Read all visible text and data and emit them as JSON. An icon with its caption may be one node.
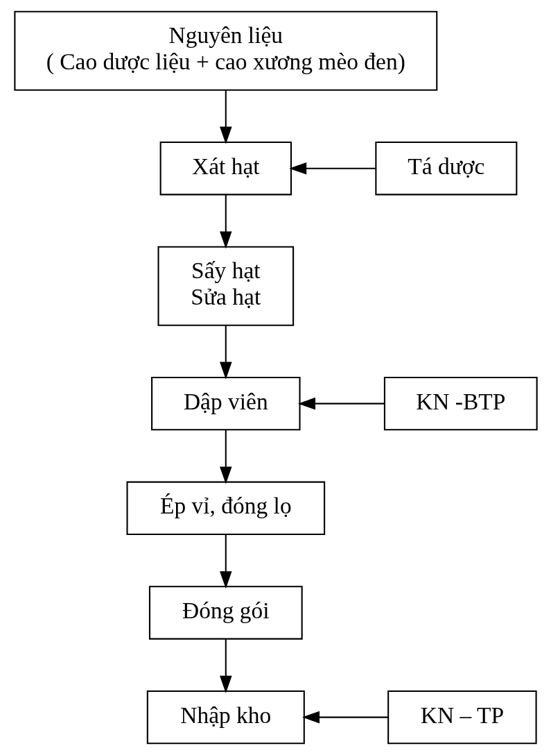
{
  "diagram": {
    "nodes": [
      {
        "text": [
          "Nguyên liệu",
          "( Cao dược liệu + cao xương mèo đen)"
        ]
      },
      {
        "text": [
          "Tá dược"
        ]
      },
      {
        "text": [
          "Xát hạt"
        ]
      },
      {
        "text": [
          "Sấy hạt",
          "Sửa hạt"
        ]
      },
      {
        "text": [
          "Dập viên"
        ]
      },
      {
        "text": [
          "KN -BTP"
        ]
      },
      {
        "text": [
          "Ép vỉ, đóng lọ"
        ]
      },
      {
        "text": [
          "Đóng gói"
        ]
      },
      {
        "text": [
          "KN – TP"
        ]
      },
      {
        "text": [
          "Nhập kho"
        ]
      }
    ],
    "edges": [
      {
        "from": 0,
        "to": 2,
        "arrow": "to"
      },
      {
        "from": 1,
        "to": 2,
        "arrow": "to"
      },
      {
        "from": 2,
        "to": 3,
        "arrow": "to"
      },
      {
        "from": 3,
        "to": 4,
        "arrow": "to"
      },
      {
        "from": 5,
        "to": 4,
        "arrow": "to"
      },
      {
        "from": 4,
        "to": 6,
        "arrow": "to"
      },
      {
        "from": 6,
        "to": 7,
        "arrow": "to"
      },
      {
        "from": 7,
        "to": 9,
        "arrow": "to"
      },
      {
        "from": 8,
        "to": 9,
        "arrow": "to"
      }
    ]
  }
}
